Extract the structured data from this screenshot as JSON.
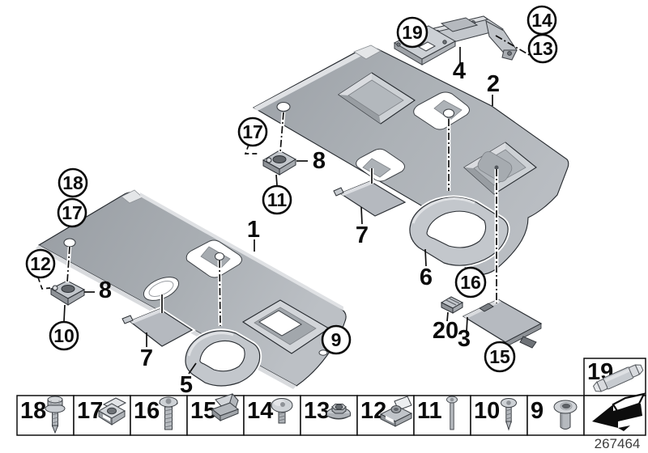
{
  "diagram": {
    "number": "267464",
    "callouts": {
      "circled": [
        {
          "label": "18"
        },
        {
          "label": "17"
        },
        {
          "label": "12"
        },
        {
          "label": "10"
        },
        {
          "label": "17"
        },
        {
          "label": "11"
        },
        {
          "label": "19"
        },
        {
          "label": "14"
        },
        {
          "label": "13"
        },
        {
          "label": "16"
        },
        {
          "label": "15"
        },
        {
          "label": "9"
        }
      ],
      "plain": [
        {
          "label": "8"
        },
        {
          "label": "8"
        },
        {
          "label": "1"
        },
        {
          "label": "2"
        },
        {
          "label": "4"
        },
        {
          "label": "7"
        },
        {
          "label": "7"
        },
        {
          "label": "5"
        },
        {
          "label": "6"
        },
        {
          "label": "20"
        },
        {
          "label": "3"
        }
      ]
    },
    "colors": {
      "background": "#ffffff",
      "panel": "#a9aeb3",
      "outline": "#24282d",
      "leader": "#0f0f0f"
    }
  },
  "legend": {
    "cells": [
      {
        "label": "18",
        "icon": "hex-washer-screw"
      },
      {
        "label": "17",
        "icon": "cage-nut-clip"
      },
      {
        "label": "16",
        "icon": "pan-head-screw"
      },
      {
        "label": "15",
        "icon": "spring-clip"
      },
      {
        "label": "14",
        "icon": "dome-head-screw"
      },
      {
        "label": "13",
        "icon": "flange-nut"
      },
      {
        "label": "12",
        "icon": "cage-nut-clip"
      },
      {
        "label": "11",
        "icon": "slim-long-screw"
      },
      {
        "label": "10",
        "icon": "pointed-tapping-screw"
      },
      {
        "label": "9",
        "icon": "rivet-sleeve"
      }
    ],
    "bulb_cell": {
      "label": "19",
      "icon": "festoon-bulb"
    },
    "nav_cell": {
      "icon": "page-back-arrow"
    }
  }
}
